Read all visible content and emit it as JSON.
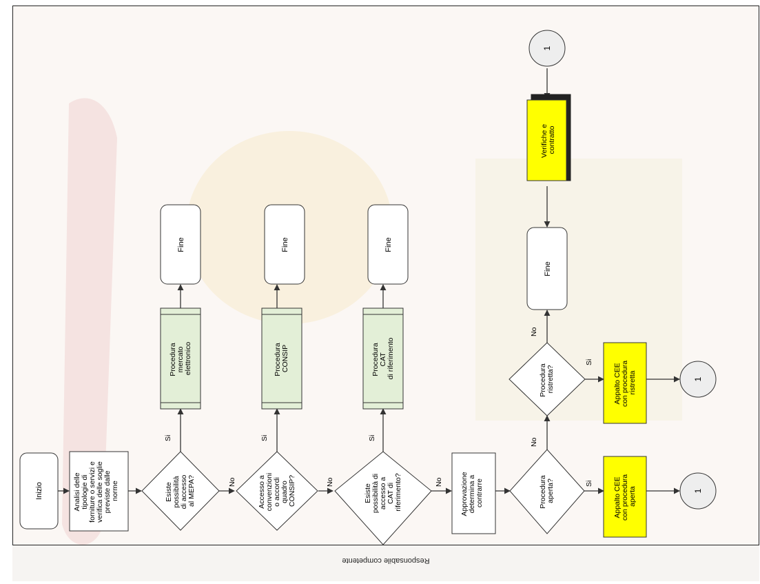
{
  "lane": {
    "label": "Responsabile competente"
  },
  "nodes": {
    "start": "Inizio",
    "analysis": [
      "Analisi delle",
      "tipologie di",
      "forniture o servizi e",
      "verifica delle soglie",
      "previste dalle",
      "norme"
    ],
    "q_mepa": [
      "Esiste",
      "possibilità",
      "di accesso",
      "al MEPA?"
    ],
    "q_consip": [
      "Accesso a",
      "convenzioni",
      "o accordi",
      "quadro",
      "CONSIP?"
    ],
    "q_cat": [
      "Esiste",
      "possibilità di",
      "accesso a",
      "CAT di",
      "riferimento?"
    ],
    "approval": [
      "Approvazione",
      "determina a",
      "contrarre"
    ],
    "q_open": [
      "Procedura",
      "aperta?"
    ],
    "q_restricted": [
      "Procedura",
      "ristretta?"
    ],
    "proc_mepa": [
      "Procedura",
      "mercato",
      "elettronico"
    ],
    "proc_consip": [
      "Procedura",
      "CONSIP"
    ],
    "proc_cat": [
      "Procedura",
      "CAT",
      "di riferimento"
    ],
    "end": "Fine",
    "cee_open": [
      "Appalto CEE",
      "con procedura",
      "aperta"
    ],
    "cee_restricted": [
      "Appalto CEE",
      "con procedura",
      "ristretta"
    ],
    "verify": [
      "Verifiche e",
      "contratto"
    ],
    "connector": "1"
  },
  "edge_labels": {
    "yes": "Si",
    "no": "No"
  },
  "colors": {
    "green_box": "#e3efd7",
    "yellow_box": "#ffff00",
    "line": "#333333"
  }
}
